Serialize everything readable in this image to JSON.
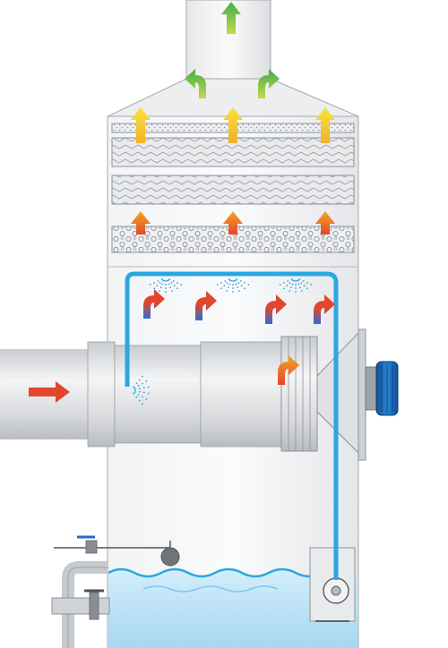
{
  "diagram": {
    "type": "industrial-air-scrubber-cross-section",
    "labels": [],
    "colors": {
      "housing": "#e9eaec",
      "housing_stroke": "#8d9096",
      "duct": "#d7d9dc",
      "water": "#bfe3f6",
      "water_wave": "#2aa7e0",
      "pipe_blue": "#2aa7e0",
      "motor": "#1c6fb8",
      "arrow_red": "#e3462b",
      "arrow_orange": "#f08a2a",
      "arrow_yellow": "#f3d12a",
      "arrow_green": "#5cbf4a",
      "arrow_blue": "#2a75c8"
    },
    "components": [
      "exhaust-stack",
      "hood",
      "filter-layers",
      "packing-layer",
      "spray-header",
      "inlet-duct",
      "fan-housing",
      "motor",
      "water-sump",
      "circulation-pump",
      "make-up-water-valve"
    ],
    "arrow_counts": {
      "inlet": 1,
      "fan": 1,
      "rising_red_blue": 4,
      "rising_orange": 3,
      "rising_yellow": 3,
      "rising_green": 3
    }
  }
}
